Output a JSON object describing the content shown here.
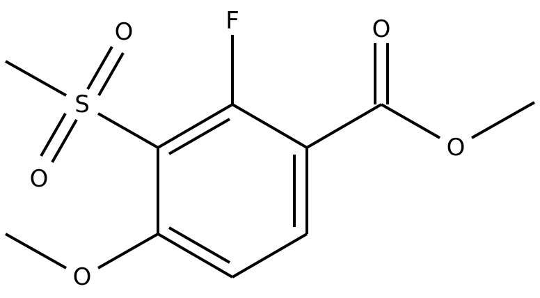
{
  "atom_labels": {
    "fluorine": "F",
    "ester_carbonyl_oxygen": "O",
    "ester_ether_oxygen": "O",
    "sulfur": "S",
    "sulfonyl_oxygen_top": "O",
    "sulfonyl_oxygen_bottom": "O",
    "methoxy_oxygen": "O"
  }
}
